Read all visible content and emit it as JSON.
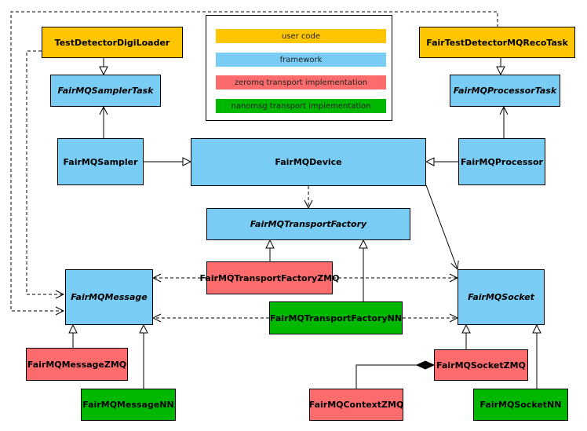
{
  "legend": {
    "user_code": "user code",
    "framework": "framework",
    "zeromq": "zeromq transport implementation",
    "nanomsg": "nanomsg transport implementation"
  },
  "nodes": {
    "test_detector_digi_loader": "TestDetectorDigiLoader",
    "fair_test_detector_mq_reco_task": "FairTestDetectorMQRecoTask",
    "fairmq_sampler_task": "FairMQSamplerTask",
    "fairmq_processor_task": "FairMQProcessorTask",
    "fairmq_sampler": "FairMQSampler",
    "fairmq_device": "FairMQDevice",
    "fairmq_processor": "FairMQProcessor",
    "fairmq_transport_factory": "FairMQTransportFactory",
    "fairmq_transport_factory_zmq": "FairMQTransportFactoryZMQ",
    "fairmq_transport_factory_nn": "FairMQTransportFactoryNN",
    "fairmq_message": "FairMQMessage",
    "fairmq_socket": "FairMQSocket",
    "fairmq_message_zmq": "FairMQMessageZMQ",
    "fairmq_message_nn": "FairMQMessageNN",
    "fairmq_socket_zmq": "FairMQSocketZMQ",
    "fairmq_context_zmq": "FairMQContextZMQ",
    "fairmq_socket_nn": "FairMQSocketNN"
  },
  "colors": {
    "user_code": "#ffc600",
    "framework": "#79cdf4",
    "zeromq": "#fd6c6c",
    "nanomsg": "#00b800"
  }
}
